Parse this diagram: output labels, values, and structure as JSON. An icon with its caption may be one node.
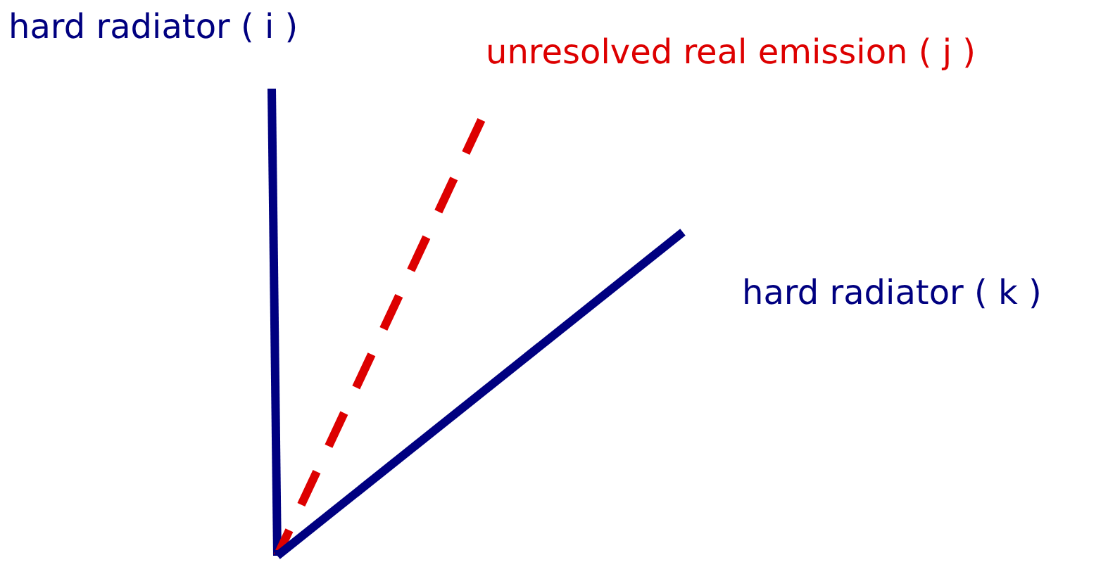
{
  "diagram": {
    "nodes": [
      {
        "text": [
          "hard radiator ( i )"
        ]
      },
      {
        "text": [
          "unresolved real emission ( j )"
        ]
      },
      {
        "text": [
          "hard radiator ( k )"
        ]
      },
      {
        "text": [],
        "shape": "point"
      }
    ],
    "edges": [
      {
        "from": 3,
        "to": 0,
        "arrow": "none"
      },
      {
        "from": 3,
        "to": 1,
        "arrow": "none",
        "style": "dashed",
        "color": "#dd0000"
      },
      {
        "from": 3,
        "to": 2,
        "arrow": "none"
      }
    ]
  }
}
